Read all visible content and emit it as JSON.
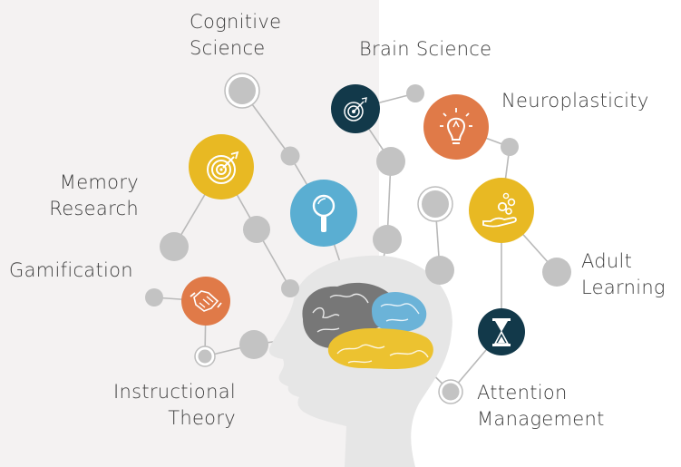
{
  "labels": {
    "cognitive_science": [
      "Cognitive",
      "Science"
    ],
    "brain_science": "Brain Science",
    "neuroplasticity": "Neuroplasticity",
    "memory_research": [
      "Memory",
      "Research"
    ],
    "gamification": "Gamification",
    "adult_learning": [
      "Adult",
      "Learning"
    ],
    "instructional_theory": [
      "Instructional",
      "Theory"
    ],
    "attention_management": [
      "Attention",
      "Management"
    ]
  },
  "colors": {
    "yellow": "#e8b923",
    "blue": "#5aaed2",
    "orange": "#e07a48",
    "navy": "#12394a",
    "node_gray": "#c3c3c3",
    "line_gray": "#b9b9b9",
    "head": "#e6e6e6",
    "brain_gray": "#777777",
    "brain_blue": "#6bb3d8",
    "brain_yellow": "#ecc230"
  },
  "icons": {
    "memory_research": "target-icon",
    "cognitive_science": "magnifier-icon",
    "brain_science": "bullseye-dart-icon",
    "neuroplasticity": "lightbulb-icon",
    "adult_learning": "hand-gears-icon",
    "gamification": "handshake-icon",
    "attention_management": "hourglass-icon"
  }
}
